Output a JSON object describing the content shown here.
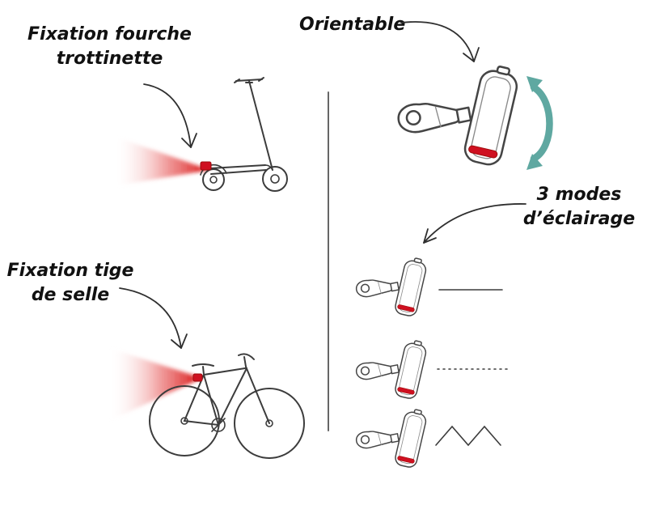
{
  "annotations": {
    "scooter_mount": {
      "line1": "Fixation fourche",
      "line2": "trottinette"
    },
    "seatpost_mount": {
      "line1": "Fixation tige",
      "line2": "de selle"
    },
    "orientable": {
      "label": "Orientable"
    },
    "light_modes": {
      "line1": "3 modes",
      "line2": "d’éclairage"
    }
  },
  "modes": [
    {
      "name": "mode-1",
      "pattern": "solid"
    },
    {
      "name": "mode-2",
      "pattern": "dotted"
    },
    {
      "name": "mode-3",
      "pattern": "zigzag"
    }
  ],
  "icons": {
    "beam": "red-light-beam-cone",
    "rotation_arrow": "teal-curved-double-arrow",
    "pointer_arrows": "hand-drawn-curved-arrow"
  },
  "colors": {
    "beam_red": "#d60000",
    "led_red": "#cf1020",
    "teal": "#5fa8a1",
    "ink": "#111111",
    "stroke": "#454545"
  }
}
